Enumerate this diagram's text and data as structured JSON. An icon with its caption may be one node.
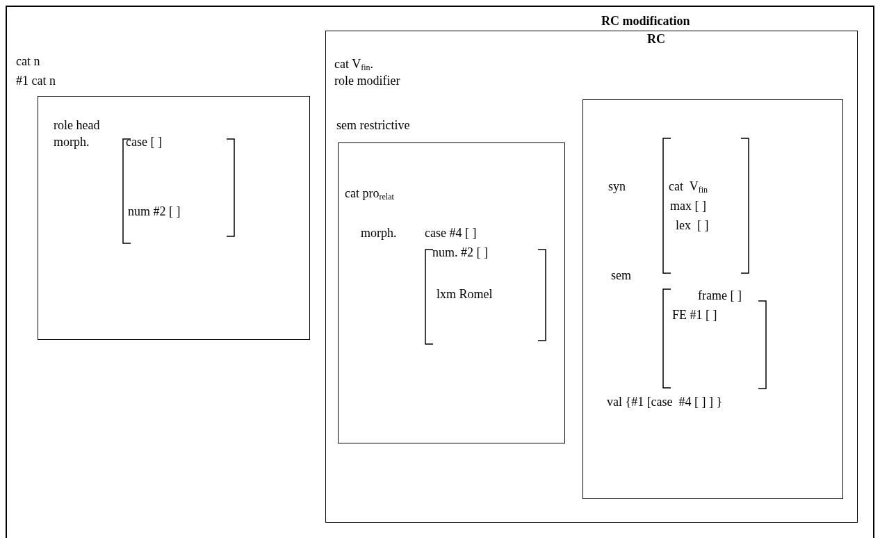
{
  "diagram": {
    "nodes": [
      {
        "text": [
          "cat n",
          "#1 cat n"
        ]
      },
      {
        "text": [
          "role head",
          "morph.",
          "case [ ]",
          "num #2 [ ]"
        ],
        "in": 0
      },
      {
        "text": [
          "RC modification",
          "RC",
          "cat V$_{fin}$.",
          "role modifier"
        ],
        "in": 0
      },
      {
        "text": [
          "sem restrictive",
          "cat pro$_{relat}$",
          "morph.",
          "case #4 [ ]",
          "num. #2 [ ]",
          "lxm Romel"
        ],
        "in": 2
      },
      {
        "text": [
          "syn",
          "cat  V$_{fin}$",
          "max [ ]",
          "lex  [ ]",
          "sem",
          "frame [ ]",
          "FE #1 [ ]",
          "val {#1 [case  #4 [ ] ] }"
        ],
        "in": 2
      }
    ]
  }
}
